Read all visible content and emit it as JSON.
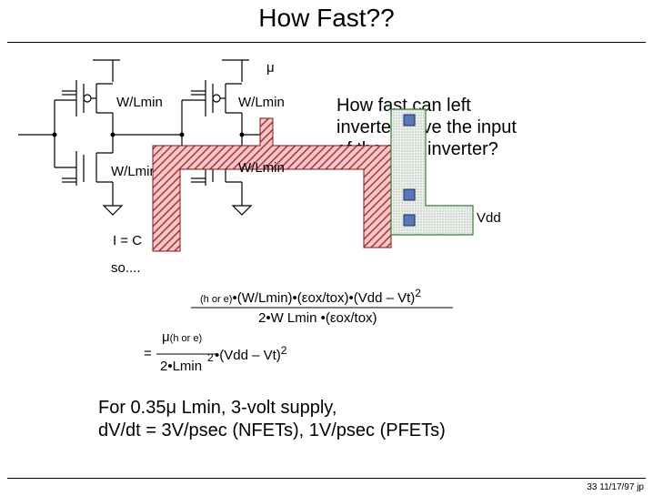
{
  "slide": {
    "title": "How Fast??",
    "question": [
      "How fast can left",
      "inverter drive the input",
      "of the right inverter?"
    ],
    "mu_symbol": "μ",
    "wl_label": "W/Lmin",
    "vdd_label": "Vdd",
    "current_text": "I = C",
    "so_text": "so....",
    "eq1_prefix": "(h or e)",
    "eq1_numerator": "•(W/Lmin)•(εox/tox)•(Vdd – Vt)",
    "eq1_exp": "2",
    "eq1_denominator": "2•W Lmin •(εox/tox)",
    "eq2_equals": "=",
    "eq2_mu": "μ",
    "eq2_sub": "(h or e)",
    "eq2_tail": "•(Vdd – Vt)",
    "eq2_exp_a": "2",
    "eq2_exp_b": "2",
    "eq2_denominator": "2•Lmin",
    "summary_line1": "For 0.35μ Lmin, 3-volt supply,",
    "summary_line2": "dV/dt = 3V/psec (NFETs), 1V/psec (PFETs)",
    "footer": "33  11/17/97  jp"
  },
  "colors": {
    "ink": "#000000",
    "hatch_red": "#b0303a",
    "hatch_bg": "#f4c8c8",
    "stipple": "#a8b4a8",
    "cap_fill": "#5a78b8",
    "cap_border": "#1c2c68"
  }
}
